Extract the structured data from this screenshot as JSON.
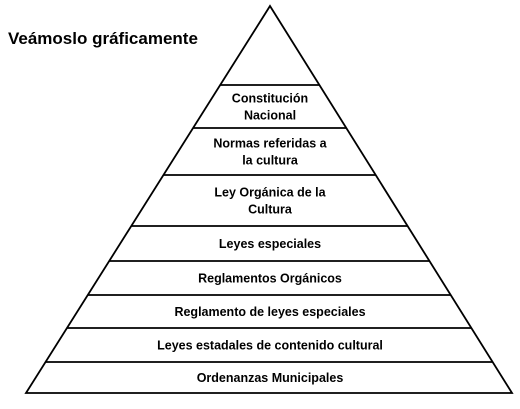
{
  "title": "Veámoslo gráficamente",
  "colors": {
    "line": "#000000",
    "fill": "#ffffff",
    "text": "#000000"
  },
  "pyramid": {
    "levels": [
      {
        "lines": [
          "Constitución",
          "Nacional"
        ]
      },
      {
        "lines": [
          "Normas referidas a",
          "la cultura"
        ]
      },
      {
        "lines": [
          "Ley Orgánica de la",
          "Cultura"
        ]
      },
      {
        "lines": [
          "Leyes especiales"
        ]
      },
      {
        "lines": [
          "Reglamentos Orgánicos"
        ]
      },
      {
        "lines": [
          "Reglamento de leyes especiales"
        ]
      },
      {
        "lines": [
          "Leyes estadales de contenido cultural"
        ]
      },
      {
        "lines": [
          "Ordenanzas Municipales"
        ]
      }
    ]
  }
}
